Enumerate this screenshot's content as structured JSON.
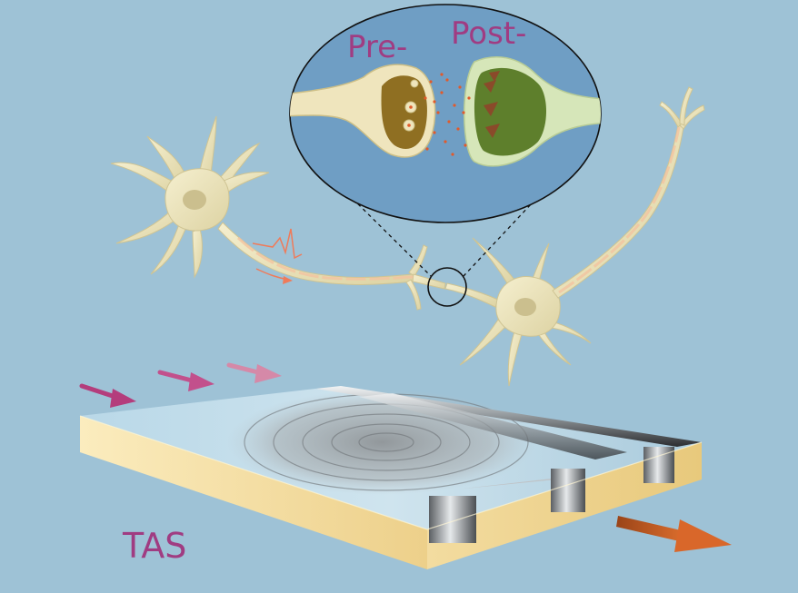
{
  "labels": {
    "pre": "Pre-",
    "post": "Post-",
    "device": "TAS"
  },
  "colors": {
    "background": "#9ec2d6",
    "label": "#a03c82",
    "neuron": "#eee6bf",
    "neuron_outline": "#d7cda0",
    "synapse_bubble": "#6f9ec4",
    "pre_terminal_inner": "#8f6f22",
    "post_terminal_inner": "#5e7f2c",
    "neurotransmitter": "#e15a2b",
    "input_arrow": "#b43d7c",
    "output_arrow": "#c85a25",
    "substrate": "#f6e3ad",
    "electrode": "#8a8f93"
  },
  "icons": [
    "presynaptic-neuron",
    "postsynaptic-neuron",
    "synapse-zoom",
    "input-arrow",
    "output-arrow",
    "tas-device"
  ]
}
